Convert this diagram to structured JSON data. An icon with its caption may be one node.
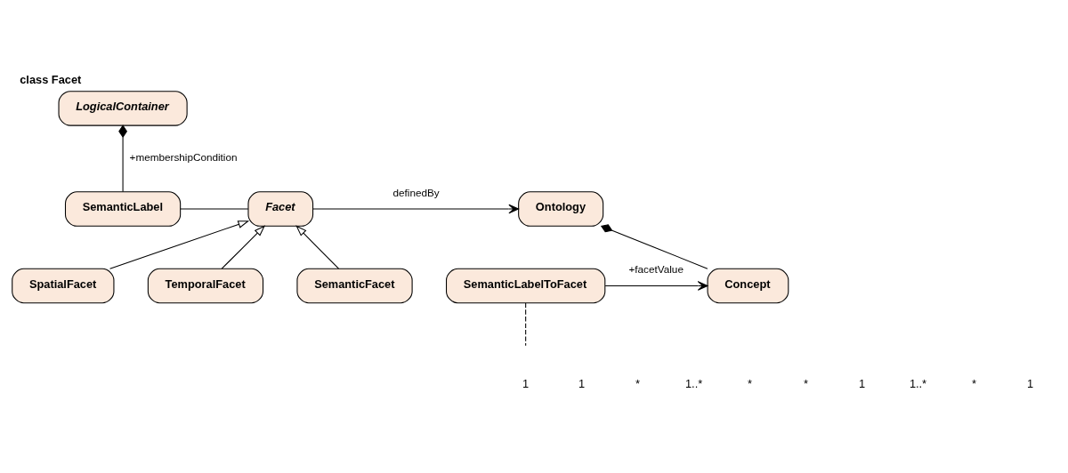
{
  "diagram": {
    "title": "class Facet",
    "nodes": [
      {
        "text": [
          "LogicalContainer"
        ]
      },
      {
        "text": [
          "SemanticLabel"
        ]
      },
      {
        "text": [
          "Facet"
        ]
      },
      {
        "text": [
          "Ontology"
        ]
      },
      {
        "text": [
          "SpatialFacet"
        ]
      },
      {
        "text": [
          "TemporalFacet"
        ]
      },
      {
        "text": [
          "SemanticFacet"
        ]
      },
      {
        "text": [
          "SemanticLabelToFacet"
        ]
      },
      {
        "text": [
          "Concept"
        ]
      }
    ],
    "edges": [
      {
        "from": 0,
        "to": 1,
        "arrow": "other",
        "label": "+membershipCondition"
      },
      {
        "from": 1,
        "to": 2,
        "arrow": "none"
      },
      {
        "from": 2,
        "to": 3,
        "arrow": "to",
        "label": "definedBy"
      },
      {
        "from": 4,
        "to": 2,
        "arrow": "to"
      },
      {
        "from": 5,
        "to": 2,
        "arrow": "to"
      },
      {
        "from": 6,
        "to": 2,
        "arrow": "to"
      },
      {
        "from": 7,
        "to": null,
        "arrow": "none",
        "style": "dashed"
      },
      {
        "from": 3,
        "to": 8,
        "arrow": "other"
      },
      {
        "from": 7,
        "to": 8,
        "arrow": "to",
        "label": "+facetValue"
      }
    ],
    "labels": [
      "1",
      "1",
      "*",
      "1..*",
      "*",
      "*",
      "1",
      "1..*",
      "*",
      "1"
    ]
  }
}
